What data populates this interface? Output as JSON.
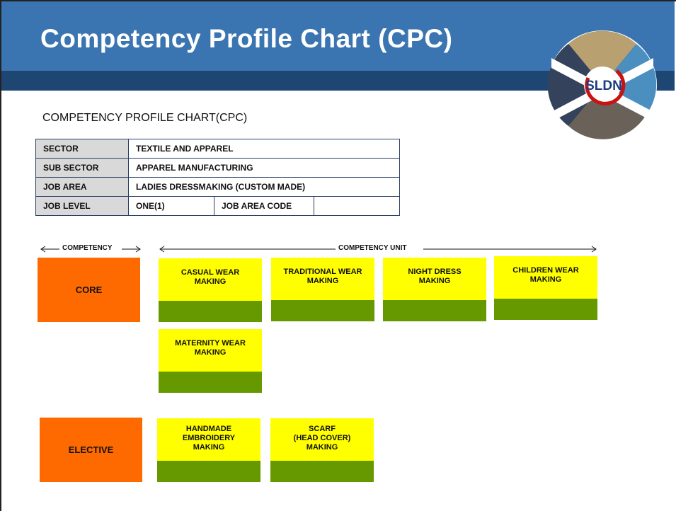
{
  "slide": {
    "title": "Competency Profile Chart (CPC)",
    "logo_text": "SLDN",
    "subtitle": "COMPETENCY PROFILE CHART(CPC)"
  },
  "info_table": {
    "sector_label": "SECTOR",
    "sector_value": "TEXTILE AND APPAREL",
    "sub_sector_label": "SUB SECTOR",
    "sub_sector_value": "APPAREL MANUFACTURING",
    "job_area_label": "JOB AREA",
    "job_area_value": "LADIES DRESSMAKING (CUSTOM MADE)",
    "job_level_label": "JOB LEVEL",
    "job_level_value": "ONE(1)",
    "job_area_code_label": "JOB AREA CODE",
    "job_area_code_value": ""
  },
  "headers": {
    "competency": "COMPETENCY",
    "competency_unit": "COMPETENCY UNIT"
  },
  "core": {
    "label": "CORE",
    "units": [
      "CASUAL WEAR\nMAKING",
      "TRADITIONAL  WEAR\nMAKING",
      "NIGHT DRESS\nMAKING",
      "CHILDREN WEAR\nMAKING",
      "MATERNITY WEAR\nMAKING"
    ]
  },
  "elective": {
    "label": "ELECTIVE",
    "units": [
      "HANDMADE\nEMBROIDERY\nMAKING",
      "SCARF\n(HEAD COVER)\nMAKING"
    ]
  },
  "colors": {
    "header_blue": "#3b75b1",
    "header_dark": "#1e4672",
    "category_orange": "#ff6a00",
    "unit_yellow": "#ffff00",
    "unit_green": "#669900"
  }
}
